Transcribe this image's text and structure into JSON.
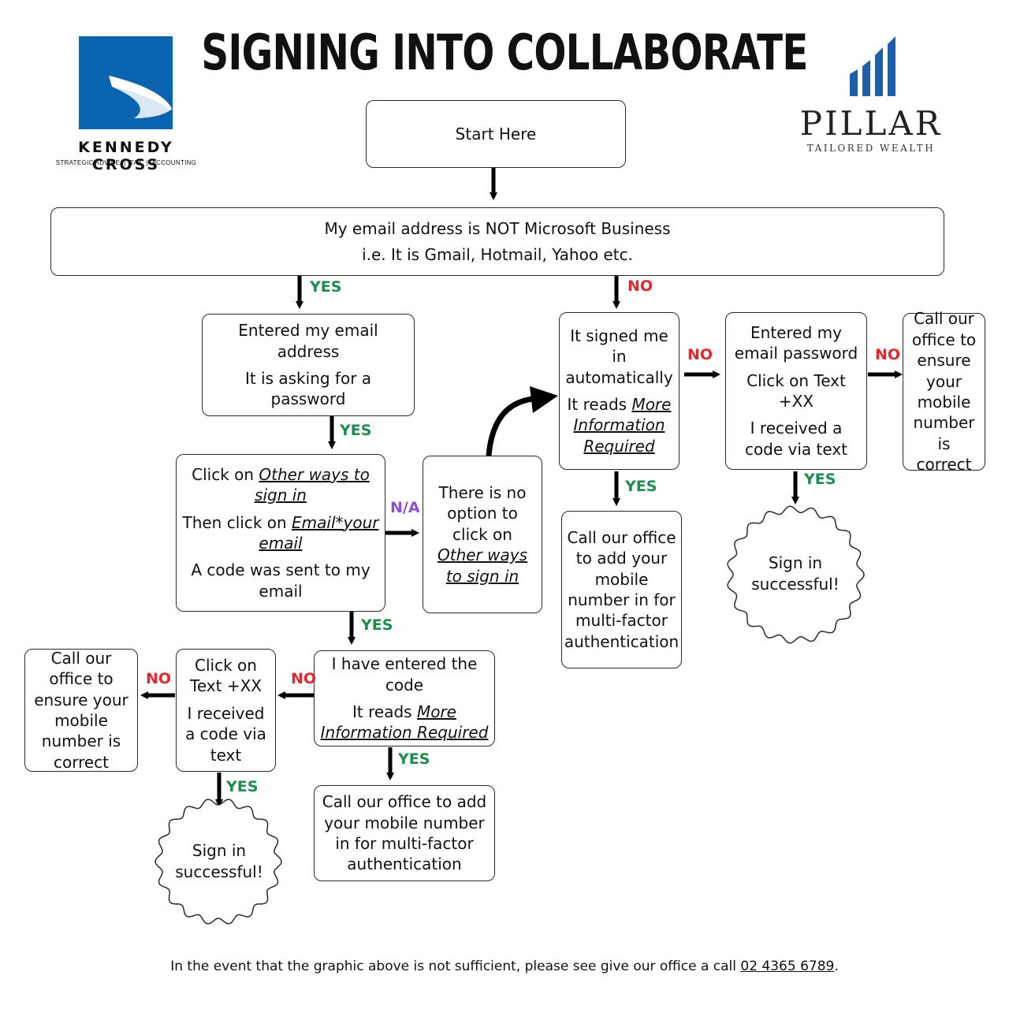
{
  "title": "SIGNING INTO COLLABORATE",
  "logos": {
    "left": {
      "name": "KENNEDY CROSS",
      "tagline": "STRATEGIC ADVICE  |  TAX  |  ACCOUNTING",
      "color": "#0b64b0"
    },
    "right": {
      "name": "PILLAR",
      "tagline": "TAILORED WEALTH",
      "color": "#1f5fa8"
    }
  },
  "nodes": {
    "start": "Start Here",
    "email_type": {
      "line1": "My email address is NOT Microsoft Business",
      "line2": "i.e. It is Gmail, Hotmail, Yahoo etc."
    },
    "entered_email": {
      "line1": "Entered my email address",
      "line2": "It is asking for a password"
    },
    "other_ways": {
      "l1_pre": "Click on ",
      "l1_link": "Other ways to sign in",
      "l2_pre": "Then click on ",
      "l2_link": "Email*your email",
      "l3": "A code was sent to my email"
    },
    "no_option": {
      "pre": "There is no option to click on ",
      "link": "Other ways to sign in"
    },
    "signed_auto": {
      "line1": "It signed me in automatically",
      "pre": "It reads ",
      "link": "More Information Required"
    },
    "entered_password": {
      "line1": "Entered my email password",
      "line2": "Click on Text +XX",
      "line3": "I received a code via text"
    },
    "call_right": "Call our office to ensure your mobile number is correct",
    "call_mfa_mid": "Call our office to add your mobile number in for multi-factor authentication",
    "entered_code": {
      "line1": "I have entered the code",
      "pre": "It reads ",
      "link": "More Information Required"
    },
    "click_text": {
      "line1": "Click on Text +XX",
      "line2": "I received a code via text"
    },
    "call_left": "Call our office to ensure your mobile number is correct",
    "call_mfa_bottom": "Call our office to add your mobile number in for multi-factor authentication",
    "success_left": "Sign in successful!",
    "success_right": "Sign in successful!"
  },
  "labels": {
    "yes": "YES",
    "no": "NO",
    "na": "N/A"
  },
  "colors": {
    "yes": "#1e8b4f",
    "no": "#e0282e",
    "na": "#8a4fd6"
  },
  "footer": {
    "text": "In the event that the graphic above is not sufficient, please see give our office a call ",
    "phone": "02 4365 6789",
    "end": "."
  }
}
